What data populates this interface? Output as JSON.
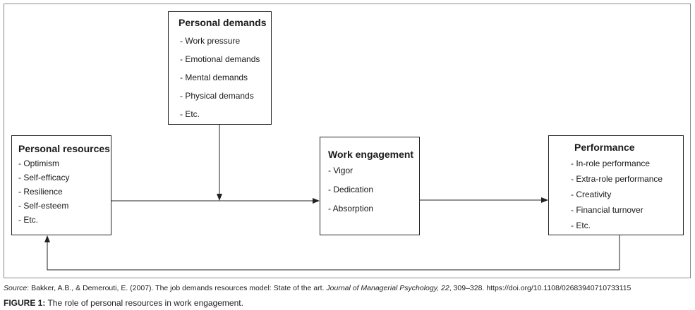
{
  "diagram": {
    "personal_demands": {
      "title": "Personal demands",
      "items": [
        "- Work pressure",
        "- Emotional demands",
        "- Mental demands",
        "- Physical demands",
        "- Etc."
      ]
    },
    "personal_resources": {
      "title": "Personal resources",
      "items": [
        "- Optimism",
        "- Self-efficacy",
        "- Resilience",
        "- Self-esteem",
        "- Etc."
      ]
    },
    "work_engagement": {
      "title": "Work engagement",
      "items": [
        "- Vigor",
        "- Dedication",
        "- Absorption"
      ]
    },
    "performance": {
      "title": "Performance",
      "items": [
        "- In-role performance",
        "- Extra-role performance",
        "- Creativity",
        "- Financial turnover",
        "- Etc."
      ]
    }
  },
  "source": {
    "label": "Source",
    "authors": ": Bakker, A.B., & Demerouti, E. (2007). The job demands resources model: State of the art. ",
    "journal": "Journal of Managerial Psychology, 22",
    "tail": ", 309–328. https://doi.org/10.1108/02683940710733115"
  },
  "caption": {
    "label": "FIGURE 1:",
    "text": " The role of personal resources in work engagement."
  }
}
